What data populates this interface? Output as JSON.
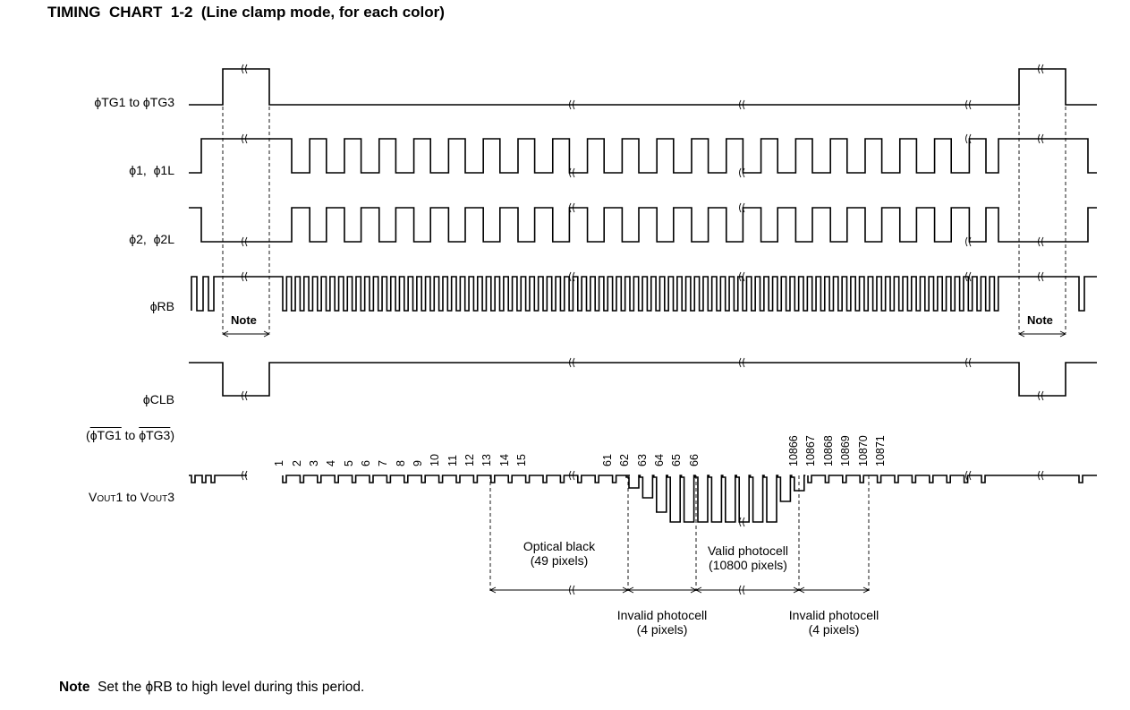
{
  "title": "TIMING  CHART  1-2  (Line clamp mode, for each color)",
  "signals": {
    "tg": {
      "phi": "ϕ",
      "text": "TG1 to ",
      "phi2": "ϕ",
      "text2": "TG3"
    },
    "p1": {
      "phi": "ϕ",
      "text": "1,  ",
      "phi2": "ϕ",
      "text2": "1L"
    },
    "p2": {
      "phi": "ϕ",
      "text": "2,  ",
      "phi2": "ϕ",
      "text2": "2L"
    },
    "rb": {
      "phi": "ϕ",
      "text": "RB"
    },
    "clb": {
      "phi": "ϕ",
      "text": "CLB",
      "line2_open": "(",
      "line2_a": "ϕTG1",
      "line2_mid": " to ",
      "line2_b": "ϕTG3",
      "line2_close": ")"
    },
    "vout": {
      "v1": "V",
      "s1": "OUT",
      "t1": "1 to ",
      "v2": "V",
      "s2": "OUT",
      "t2": "3"
    }
  },
  "note_label": "Note",
  "pixel_numbers": [
    "1",
    "2",
    "3",
    "4",
    "5",
    "6",
    "7",
    "8",
    "9",
    "10",
    "11",
    "12",
    "13",
    "14",
    "15",
    "61",
    "62",
    "63",
    "64",
    "65",
    "66",
    "10866",
    "10867",
    "10868",
    "10869",
    "10870",
    "10871"
  ],
  "spans": {
    "optical_black": {
      "line1": "Optical black",
      "line2": "(49 pixels)"
    },
    "valid": {
      "line1": "Valid photocell",
      "line2": "(10800 pixels)"
    },
    "invalid_left": {
      "line1": "Invalid photocell",
      "line2": "(4 pixels)"
    },
    "invalid_right": {
      "line1": "Invalid photocell",
      "line2": "(4 pixels)"
    }
  },
  "footnote": {
    "bold": "Note",
    "text": "  Set the ϕRB to high level during this period."
  }
}
